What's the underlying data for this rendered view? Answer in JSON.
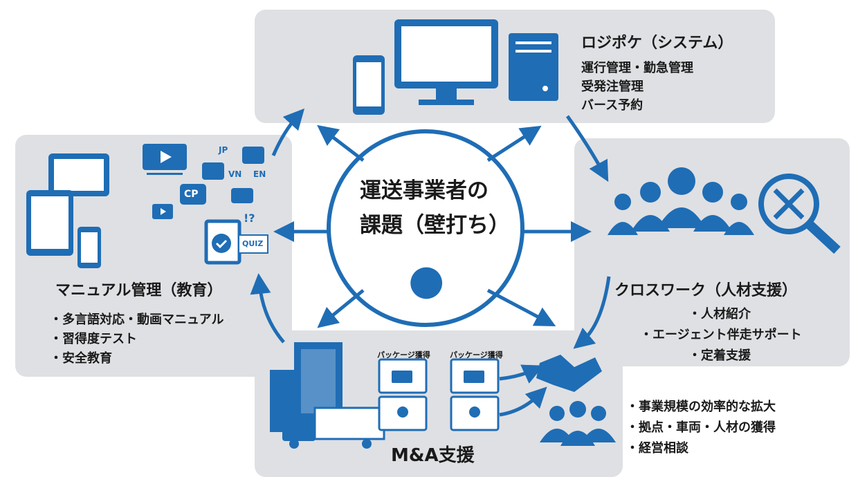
{
  "center": {
    "line1": "運送事業者の",
    "line2": "課題（壁打ち）"
  },
  "system": {
    "title": "ロジポケ（システム）",
    "items": [
      "運行管理・勤急管理",
      "受発注管理",
      "バース予約"
    ]
  },
  "manual": {
    "title": "マニュアル管理（教育）",
    "items": [
      "・多言語対応・動画マニュアル",
      "・習得度テスト",
      "・安全教育"
    ],
    "langs": [
      "JP",
      "VN",
      "EN",
      "CP"
    ],
    "quiz": "QUIZ",
    "mark": "!?"
  },
  "crosswork": {
    "title": "クロスワーク（人材支援）",
    "items": [
      "・人材紹介",
      "・エージェント伴走サポート",
      "・定着支援"
    ]
  },
  "ma": {
    "title": "M&A支援",
    "package_label": "パッケージ獲得",
    "items": [
      "・事業規模の効率的な拡大",
      "・拠点・車両・人材の獲得",
      "・経営相談"
    ]
  },
  "colors": {
    "accent": "#1f6db5",
    "panel": "#dfe0e3"
  }
}
